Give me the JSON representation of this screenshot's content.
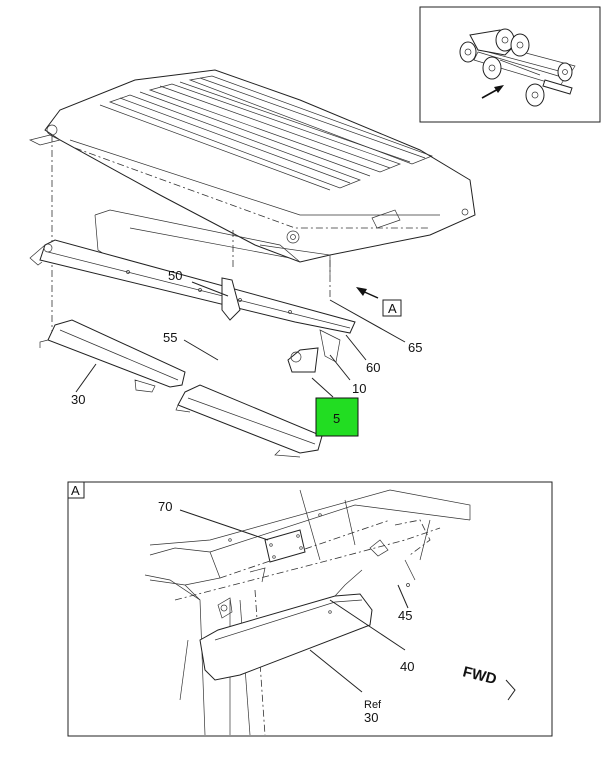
{
  "callouts": {
    "c50": "50",
    "c55": "55",
    "c30": "30",
    "c65": "65",
    "c60": "60",
    "c10": "10",
    "c5": "5",
    "view_ref": "A"
  },
  "detail": {
    "frame_label": "A",
    "c70": "70",
    "c45": "45",
    "c40": "40",
    "ref_label": "Ref",
    "c30": "30",
    "fwd": "FWD"
  },
  "colors": {
    "highlight": "#22dd22"
  }
}
